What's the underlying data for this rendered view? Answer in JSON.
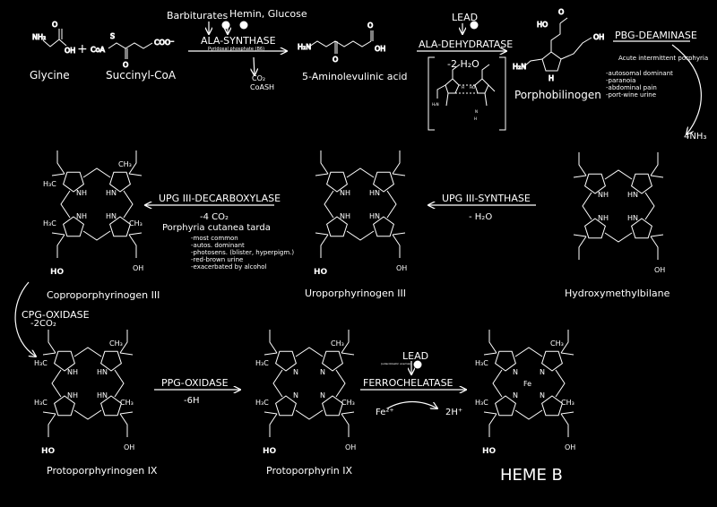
{
  "molecules": {
    "glycine": "Glycine",
    "succinyl_coa": "Succinyl-CoA",
    "ala": "5-Aminolevulinic acid",
    "porphobilinogen": "Porphobilinogen",
    "hydroxymethylbilane": "Hydroxymethylbilane",
    "uroporphyrinogen": "Uroporphyrinogen III",
    "coproporphyrinogen": "Coproporphyrinogen III",
    "protoporphyrinogen": "Protoporphyrinogen IX",
    "protoporphyrin": "Protoporphyrin IX",
    "heme": "HEME B"
  },
  "plus_sign": "+",
  "atoms": {
    "nh2": "NH₂",
    "oh": "OH",
    "o": "O",
    "coa": "CoA",
    "s": "S",
    "coo": "COO⁻",
    "h": "H",
    "n": "N",
    "nh": "NH",
    "hn": "HN",
    "h2n": "H₂N",
    "ho": "HO",
    "h3c": "H₃C",
    "ch3": "CH₃",
    "fe": "Fe"
  },
  "enzymes": {
    "ala_synthase": "ALA-SYNTHASE",
    "ala_synthase_cofactor": "Pyridoxal phosphate (B6)",
    "ala_dehydratase": "ALA-DEHYDRATASE",
    "pbg_deaminase": "PBG-DEAMINASE",
    "upg_synthase": "UPG III-SYNTHASE",
    "upg_decarboxylase": "UPG III-DECARBOXYLASE",
    "cpg_oxidase": "CPG-OXIDASE",
    "ppg_oxidase": "PPG-OXIDASE",
    "ferrochelatase": "FERROCHELATASE"
  },
  "inhibitors": {
    "barbiturates": "Barbiturates",
    "hemin_glucose": "Hemin, Glucose",
    "lead_1": "LEAD",
    "lead_2": "LEAD",
    "lead_2_note": "(sideroblastic anemia)"
  },
  "byproducts": {
    "co2": "CO₂",
    "coash": "CoASH",
    "minus_2h2o": "-2 H₂O",
    "nh3": "4NH₃",
    "minus_h2o": "- H₂O",
    "minus_4co2": "-4 CO₂",
    "minus_2co2": "-2CO₂",
    "minus_6h": "-6H",
    "fe2": "Fe²⁺",
    "h_plus": "2H⁺"
  },
  "diseases": {
    "aip": {
      "title": "Acute intermittent porphyria",
      "items": [
        "-autosomal dominant",
        "-paranoia",
        "-abdominal pain",
        "-port-wine urine"
      ]
    },
    "pct": {
      "title": "Porphyria cutanea tarda",
      "items": [
        "-most common",
        "-autos. dominant",
        "-photosens. (blister, hyperpigm.)",
        "-red-brown urine",
        "-exacerbated by alcohol"
      ]
    }
  },
  "colors": {
    "background": "#000000",
    "foreground": "#ffffff"
  }
}
